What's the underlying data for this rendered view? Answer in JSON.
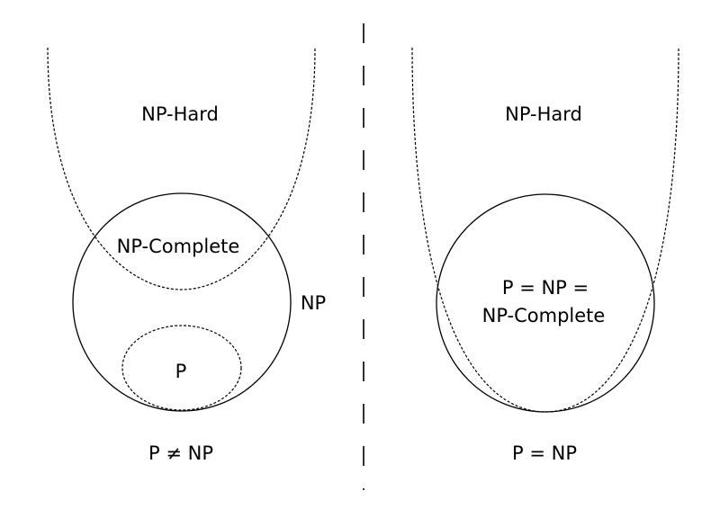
{
  "left_panel": {
    "np_hard_label": "NP-Hard",
    "np_complete_label": "NP-Complete",
    "np_label": "NP",
    "p_label": "P",
    "caption": "P ≠ NP"
  },
  "right_panel": {
    "np_hard_label": "NP-Hard",
    "merged_label_line1": "P = NP =",
    "merged_label_line2": "NP-Complete",
    "caption": "P = NP"
  }
}
